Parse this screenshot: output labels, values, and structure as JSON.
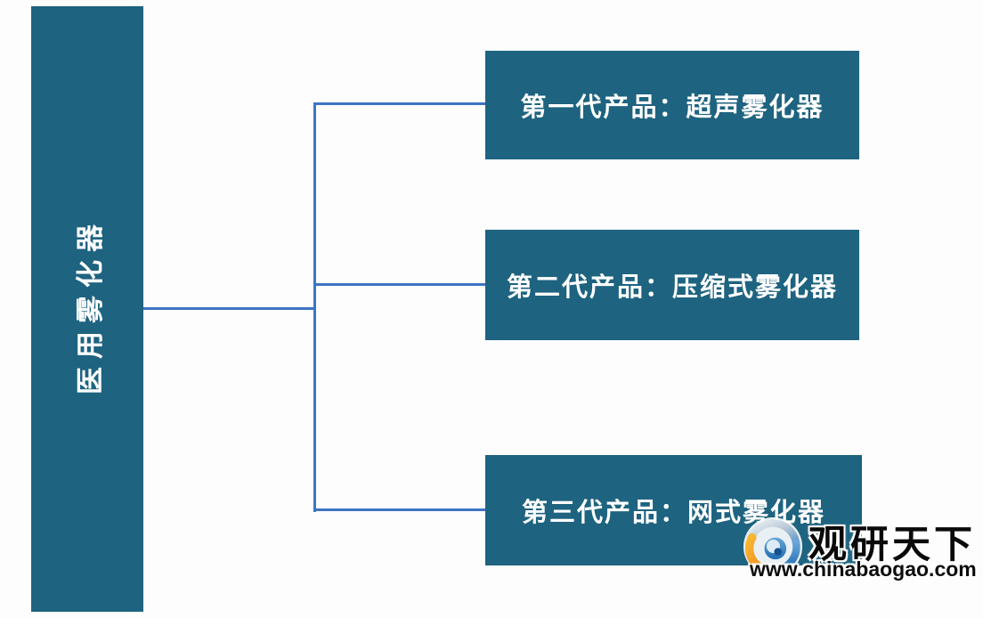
{
  "diagram": {
    "root": {
      "label": "医用雾化器"
    },
    "children": [
      {
        "label": "第一代产品：超声雾化器"
      },
      {
        "label": "第二代产品：压缩式雾化器"
      },
      {
        "label": "第三代产品：网式雾化器"
      }
    ]
  },
  "watermark": {
    "brand": "观研天下",
    "url": "www.chinabaogao.com",
    "logo_icon": "swirl-eye-logo"
  },
  "colors": {
    "node_fill": "#1E6380",
    "node_text": "#FFFFFF",
    "connector": "#3E74C5",
    "background": "#FDFDFE",
    "watermark_text": "#0A0A0A",
    "logo_blue": "#2E7FC6",
    "logo_dark_blue": "#15508F",
    "logo_orange": "#F5A623",
    "logo_silver": "#B9C9D8"
  }
}
